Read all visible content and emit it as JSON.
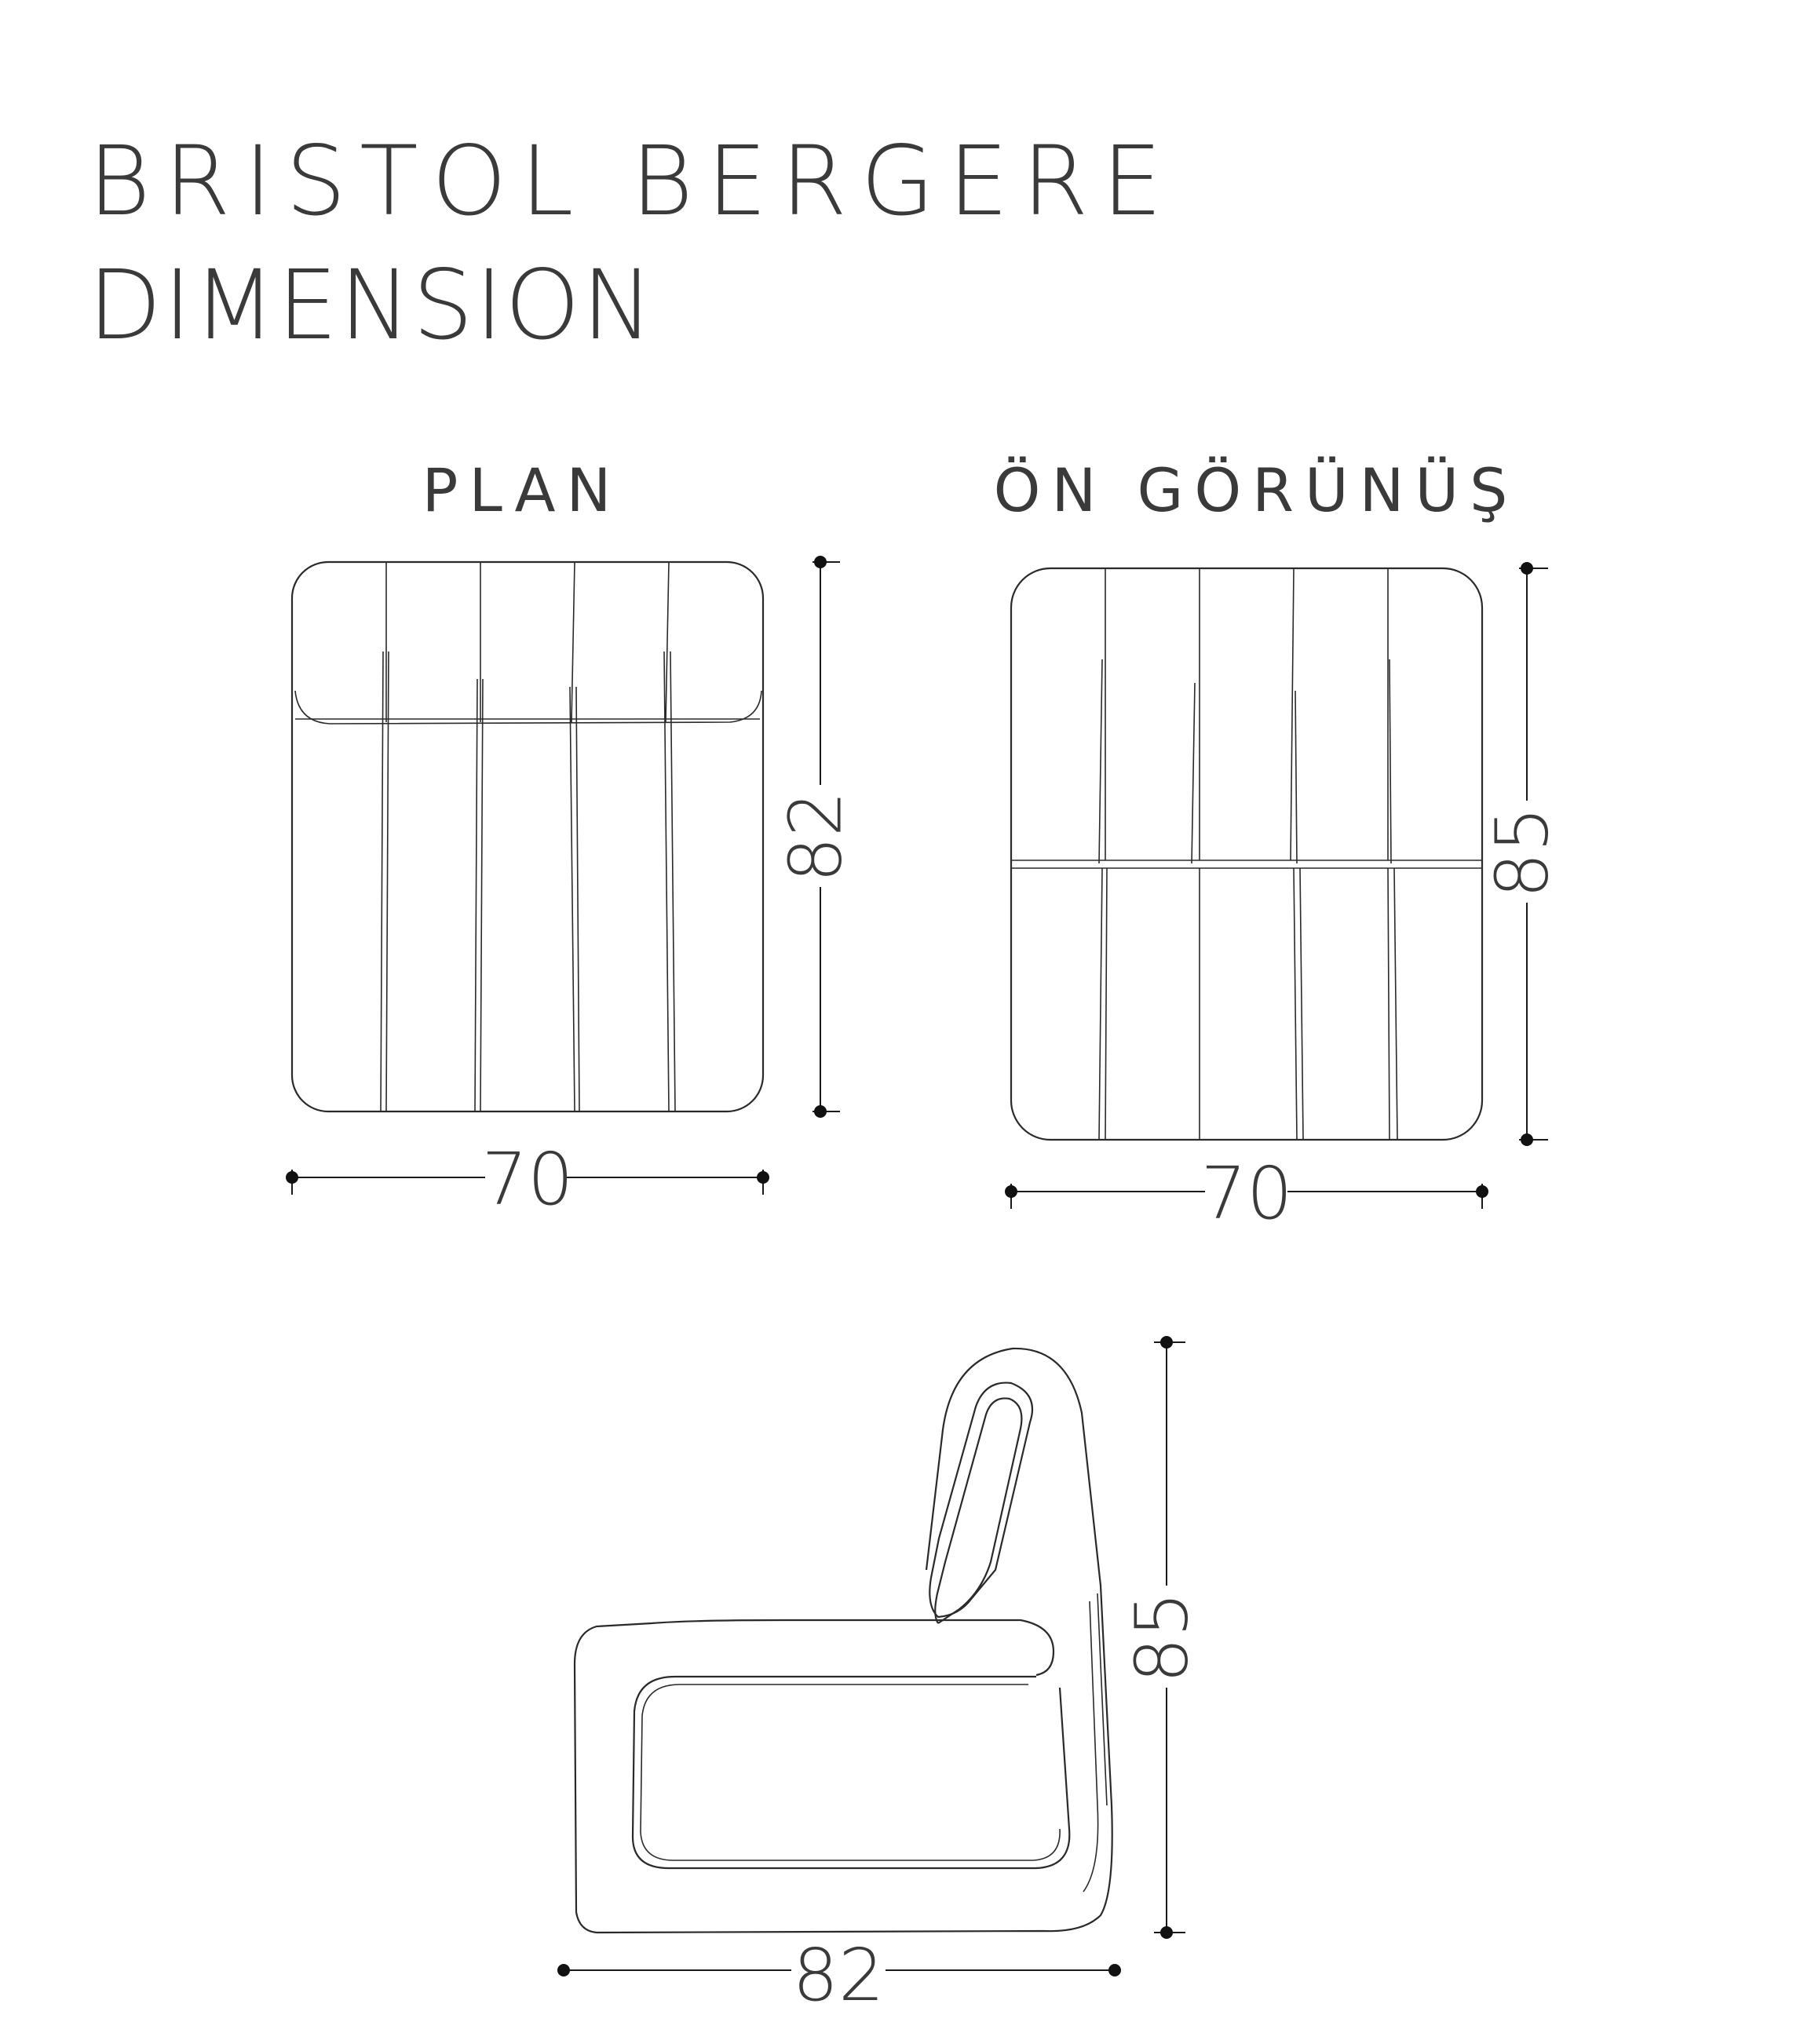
{
  "title": {
    "line1": "BRISTOL BERGERE",
    "line2": "DIMENSION"
  },
  "views": {
    "plan": {
      "label": "PLAN",
      "width": "70",
      "depth": "82"
    },
    "front": {
      "label": "ÖN GÖRÜNÜŞ",
      "width": "70",
      "height": "85"
    },
    "side": {
      "depth": "82",
      "height": "85"
    }
  }
}
